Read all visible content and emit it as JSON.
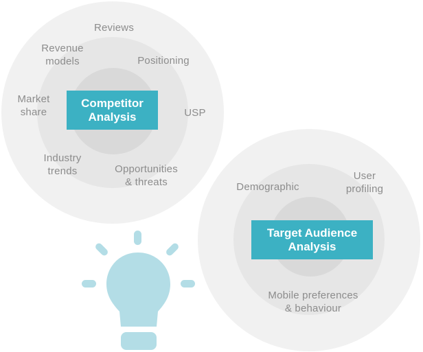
{
  "colors": {
    "accent": "#3cb1c3",
    "bulb": "#b3dde6",
    "outer_ring": "#f1f1f1",
    "middle_ring": "#e6e6e6",
    "inner_ring": "#d9d9d9",
    "label_text": "#8c8c8c"
  },
  "competitor": {
    "title": "Competitor\nAnalysis",
    "factors": {
      "reviews": "Reviews",
      "revenue_models": "Revenue\nmodels",
      "positioning": "Positioning",
      "market_share": "Market\nshare",
      "usp": "USP",
      "industry_trends": "Industry\ntrends",
      "opportunities": "Opportunities\n& threats"
    }
  },
  "audience": {
    "title": "Target Audience\nAnalysis",
    "factors": {
      "demographic": "Demographic",
      "user_profiling": "User\nprofiling",
      "mobile_preferences": "Mobile preferences\n& behaviour"
    }
  },
  "icon": "lightbulb-icon"
}
